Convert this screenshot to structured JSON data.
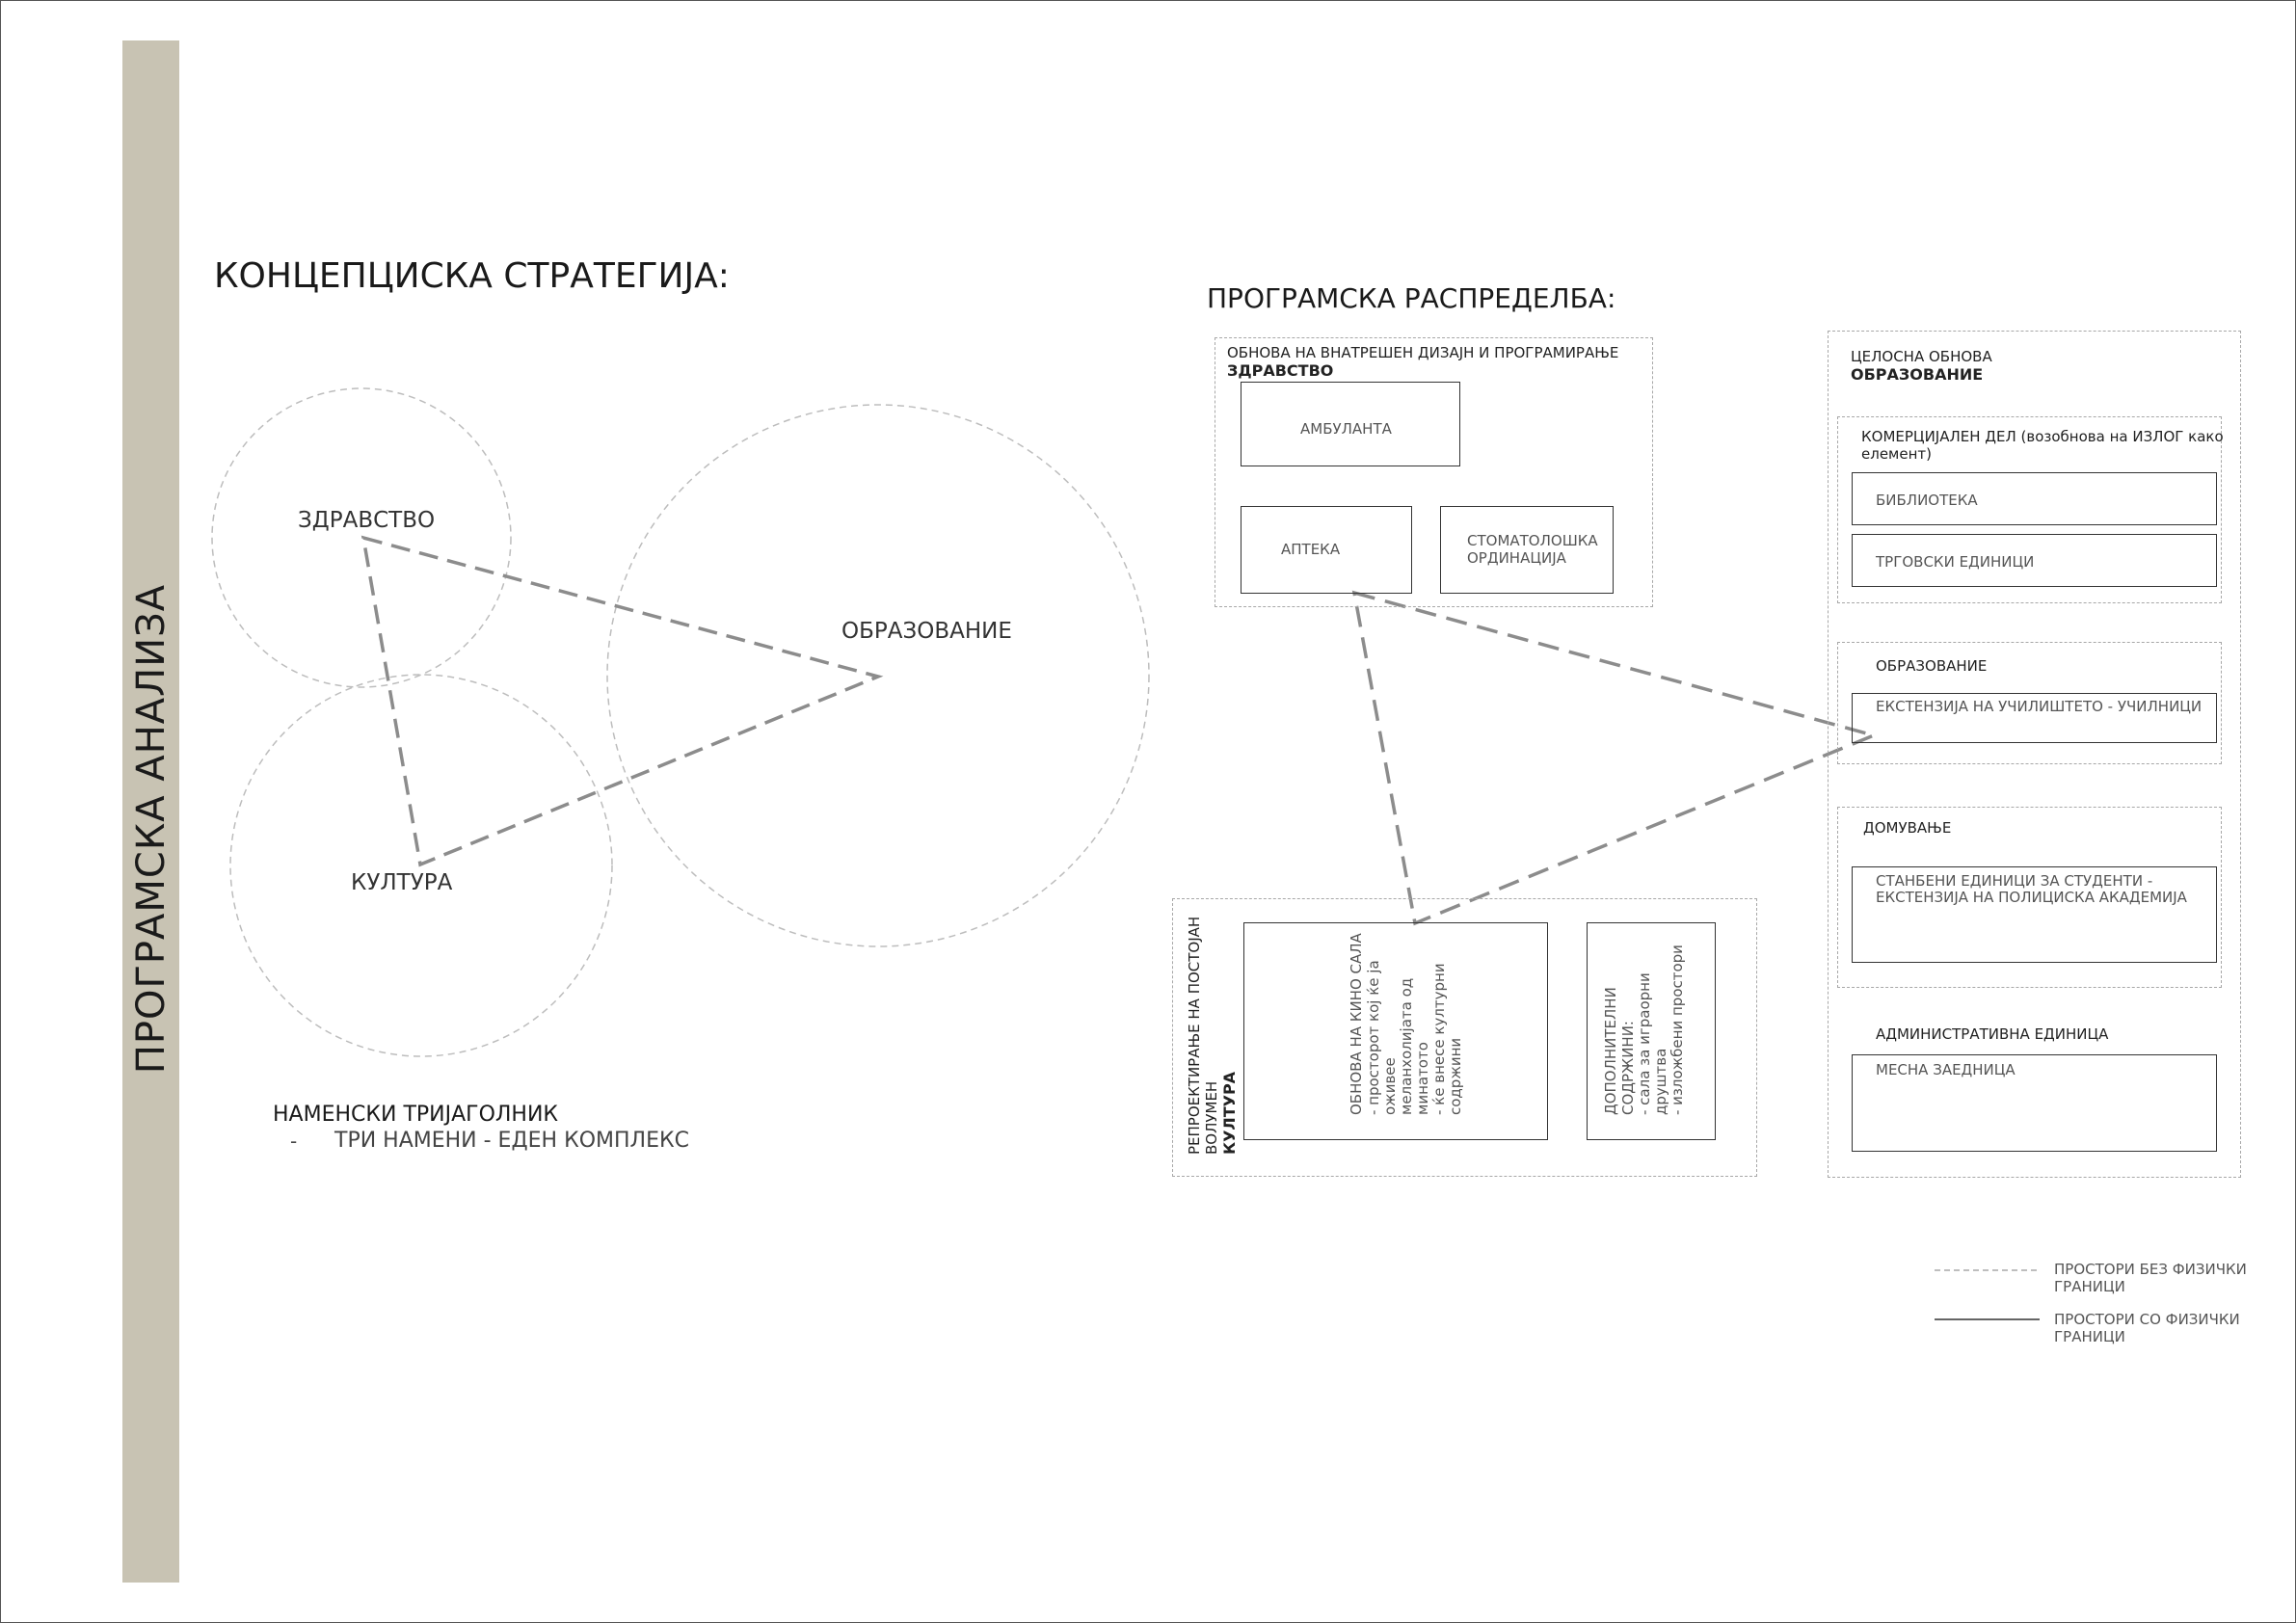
{
  "side_title": "ПРОГРАМСКА АНАЛИЗА",
  "concept": {
    "title": "КОНЦЕПЦИСКА СТРАТЕГИЈА:",
    "circles": {
      "health": "ЗДРАВСТВО",
      "education": "ОБРАЗОВАНИЕ",
      "culture": "КУЛТУРА"
    },
    "triangle_title": "НАМЕНСКИ ТРИЈАГОЛНИК",
    "triangle_bullet": "-",
    "triangle_text": "ТРИ НАМЕНИ - ЕДЕН КОМПЛЕКС"
  },
  "program": {
    "title": "ПРОГРАМСКА РАСПРЕДЕЛБА:",
    "health_group": {
      "subtitle": "ОБНОВА НА ВНАТРЕШЕН ДИЗАЈН И ПРОГРАМИРАЊЕ",
      "title": "ЗДРАВСТВО",
      "ambulance": "АМБУЛАНТА",
      "pharmacy": "АПТЕКА",
      "dental_line1": "СТОМАТОЛОШКА",
      "dental_line2": "ОРДИНАЦИЈА"
    },
    "culture_group": {
      "subtitle_line1": "РЕПРОЕКТИРАЊЕ НА ПОСТОЈАН",
      "subtitle_line2": "ВОЛУМЕН",
      "title": "КУЛТУРА",
      "cinema_lines": [
        "ОБНОВА НА КИНО САЛА",
        "-        просторот кој ќе ја",
        "         оживее",
        "         меланхолијата од",
        "         минатото",
        "-        ќе внесе културни",
        "         содржини"
      ],
      "extra_lines": [
        "ДОПОЛНИТЕЛНИ",
        "СОДРЖИНИ:",
        "-        сала за играорни",
        "         друштва",
        "-        изложбени простори"
      ]
    },
    "education_group": {
      "subtitle": "ЦЕЛОСНА ОБНОВА",
      "title": "ОБРАЗОВАНИЕ",
      "commercial_line1": "КОМЕРЦИЈАЛЕН ДЕЛ (возобнова на ИЗЛОГ како",
      "commercial_line2": "елемент)",
      "library": "БИБЛИОТЕКА",
      "shops": "ТРГОВСКИ ЕДИНИЦИ",
      "education_label": "ОБРАЗОВАНИЕ",
      "school_ext": "ЕКСТЕНЗИЈА НА УЧИЛИШТЕТО - УЧИЛНИЦИ",
      "housing_label": "ДОМУВАЊЕ",
      "housing_line1": "СТАНБЕНИ ЕДИНИЦИ ЗА СТУДЕНТИ -",
      "housing_line2": "ЕКСТЕНЗИЈА НА ПОЛИЦИСКА АКАДЕМИЈА",
      "admin_label": "АДМИНИСТРАТИВНА ЕДИНИЦА",
      "community": "МЕСНА ЗАЕДНИЦА"
    }
  },
  "legend": {
    "dashed_line1": "ПРОСТОРИ БЕЗ ФИЗИЧКИ",
    "dashed_line2": "ГРАНИЦИ",
    "solid_line1": "ПРОСТОРИ СО ФИЗИЧКИ",
    "solid_line2": "ГРАНИЦИ"
  },
  "colors": {
    "side_bar": "#c8c3b3",
    "dashed_circle": "#bdbdbd",
    "triangle": "#8c8c8c"
  }
}
